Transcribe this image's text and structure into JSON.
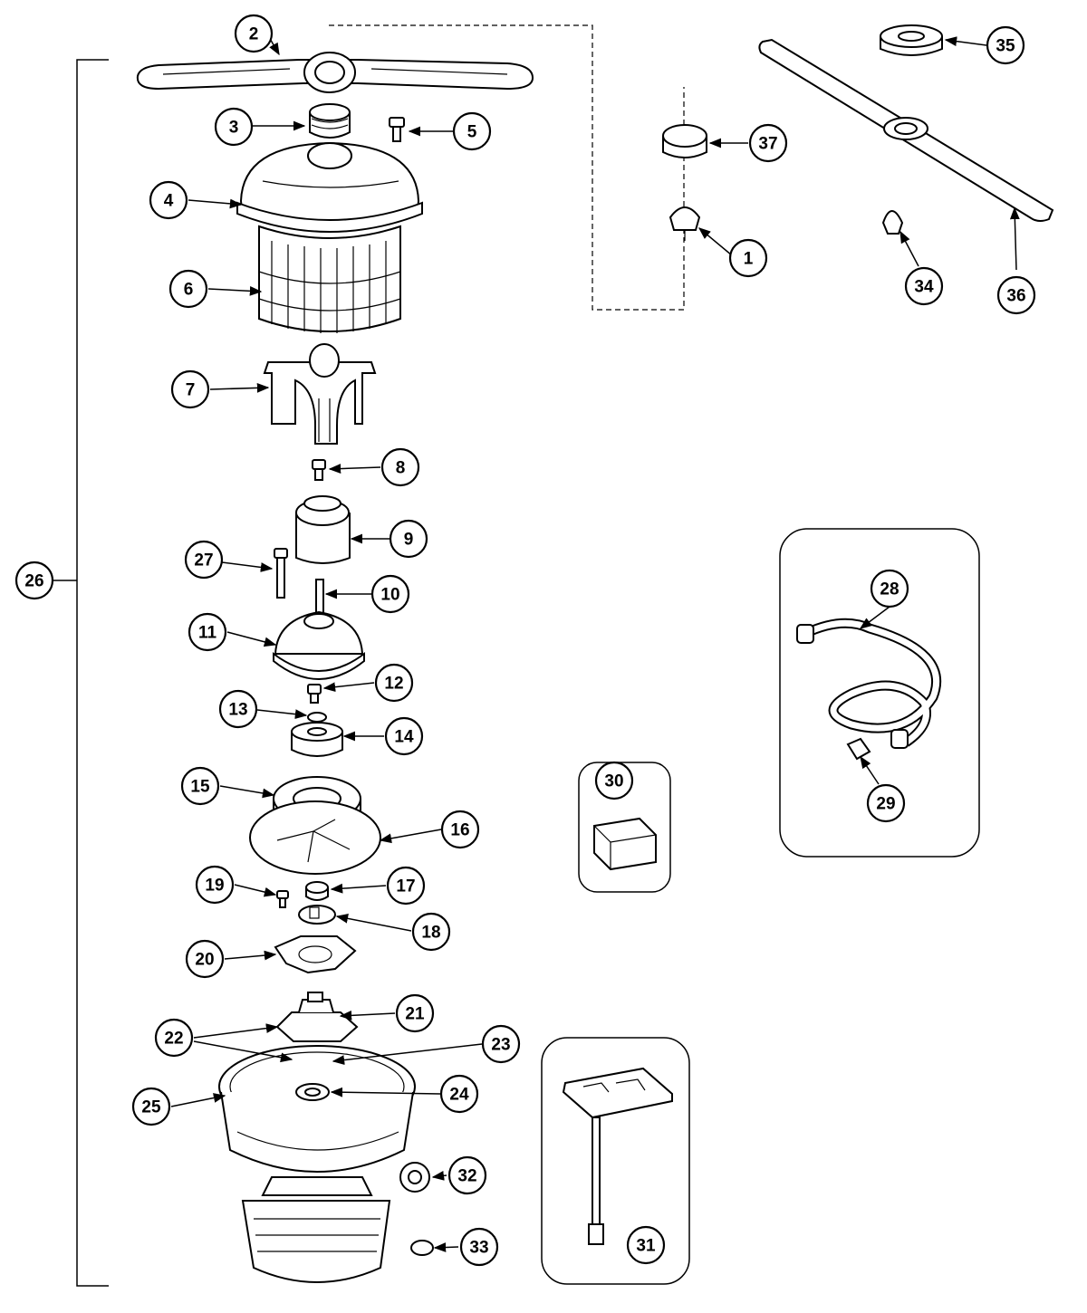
{
  "callouts": [
    {
      "num": "1"
    },
    {
      "num": "2"
    },
    {
      "num": "3"
    },
    {
      "num": "4"
    },
    {
      "num": "5"
    },
    {
      "num": "6"
    },
    {
      "num": "7"
    },
    {
      "num": "8"
    },
    {
      "num": "9"
    },
    {
      "num": "10"
    },
    {
      "num": "11"
    },
    {
      "num": "12"
    },
    {
      "num": "13"
    },
    {
      "num": "14"
    },
    {
      "num": "15"
    },
    {
      "num": "16"
    },
    {
      "num": "17"
    },
    {
      "num": "18"
    },
    {
      "num": "19"
    },
    {
      "num": "20"
    },
    {
      "num": "21"
    },
    {
      "num": "22"
    },
    {
      "num": "23"
    },
    {
      "num": "24"
    },
    {
      "num": "25"
    },
    {
      "num": "26"
    },
    {
      "num": "27"
    },
    {
      "num": "28"
    },
    {
      "num": "29"
    },
    {
      "num": "30"
    },
    {
      "num": "31"
    },
    {
      "num": "32"
    },
    {
      "num": "33"
    },
    {
      "num": "34"
    },
    {
      "num": "35"
    },
    {
      "num": "36"
    },
    {
      "num": "37"
    }
  ]
}
